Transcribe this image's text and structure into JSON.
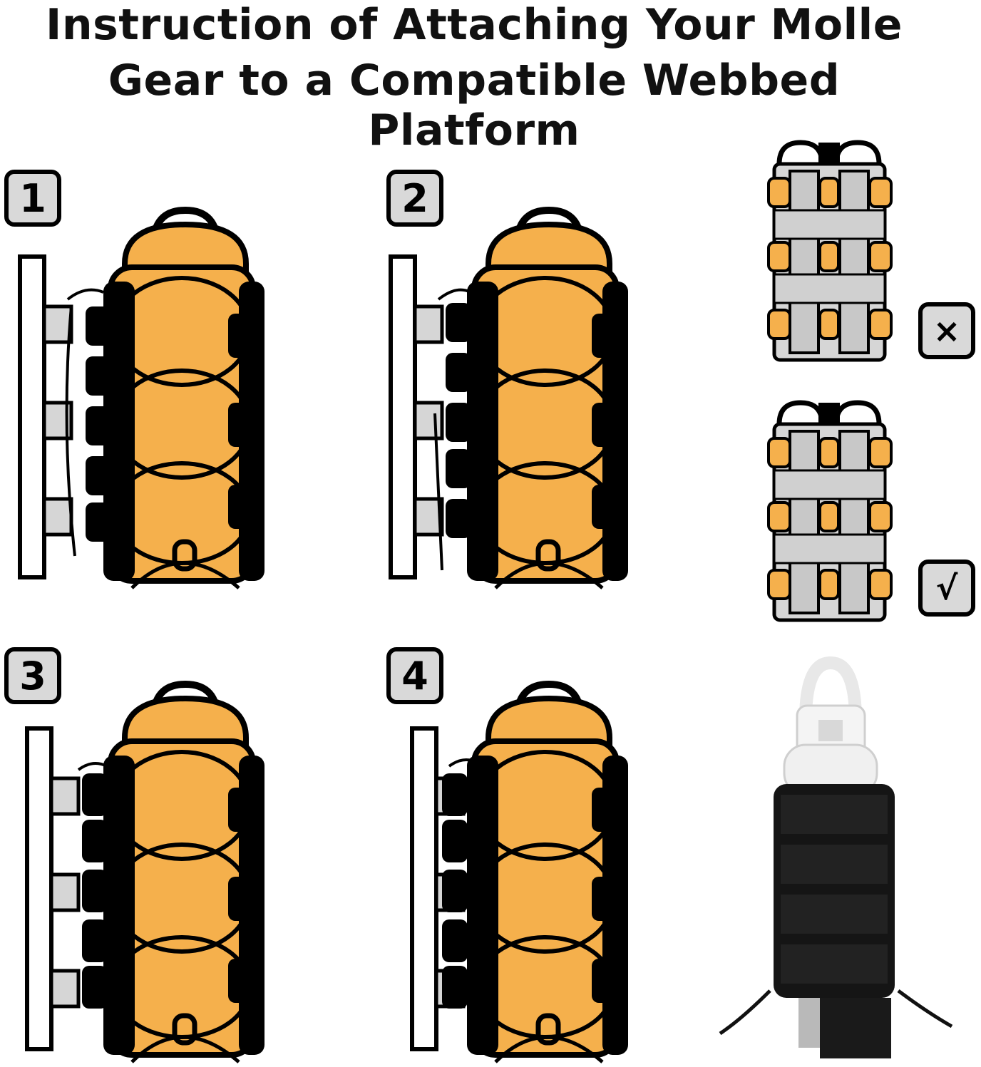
{
  "title": {
    "line1": "Instruction of Attaching Your Molle",
    "line2": "Gear to a Compatible Webbed Platform"
  },
  "steps": [
    {
      "label": "1"
    },
    {
      "label": "2"
    },
    {
      "label": "3"
    },
    {
      "label": "4"
    }
  ],
  "weave_examples": [
    {
      "mark": "×",
      "meaning": "incorrect"
    },
    {
      "mark": "√",
      "meaning": "correct"
    }
  ],
  "colors": {
    "pouch_orange": "#f5b04c",
    "strap_black": "#000000",
    "webbing_gray": "#d6d6d6",
    "badge_gray": "#d9d9d9"
  }
}
